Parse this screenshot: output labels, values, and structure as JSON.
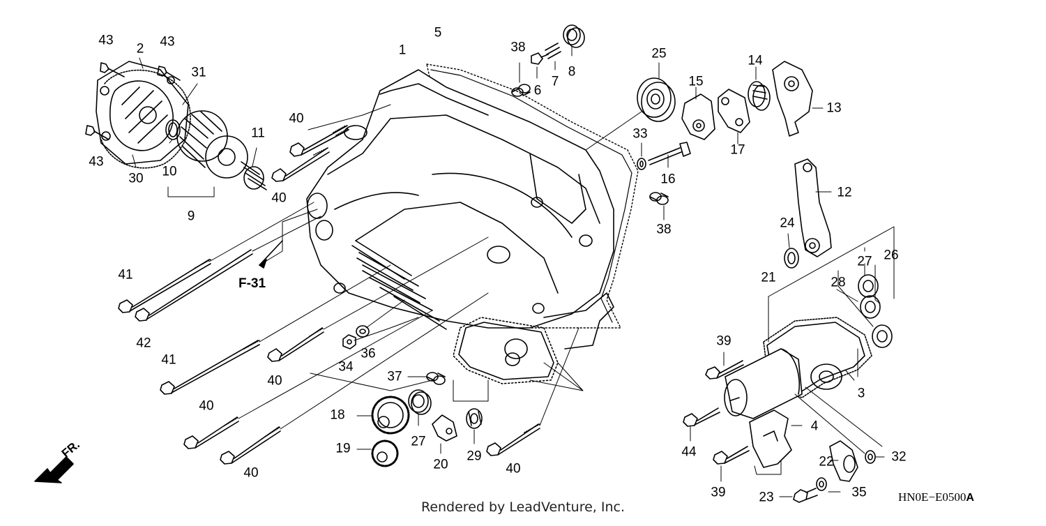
{
  "diagram": {
    "callouts": [
      {
        "n": "43"
      },
      {
        "n": "2"
      },
      {
        "n": "43"
      },
      {
        "n": "31"
      },
      {
        "n": "43"
      },
      {
        "n": "30"
      },
      {
        "n": "10"
      },
      {
        "n": "11"
      },
      {
        "n": "9"
      },
      {
        "n": "40"
      },
      {
        "n": "40"
      },
      {
        "n": "1"
      },
      {
        "n": "5"
      },
      {
        "n": "38"
      },
      {
        "n": "6"
      },
      {
        "n": "7"
      },
      {
        "n": "8"
      },
      {
        "n": "25"
      },
      {
        "n": "15"
      },
      {
        "n": "14"
      },
      {
        "n": "13"
      },
      {
        "n": "33"
      },
      {
        "n": "17"
      },
      {
        "n": "16"
      },
      {
        "n": "12"
      },
      {
        "n": "38"
      },
      {
        "n": "24"
      },
      {
        "n": "27"
      },
      {
        "n": "26"
      },
      {
        "n": "28"
      },
      {
        "n": "21"
      },
      {
        "n": "41"
      },
      {
        "n": "42"
      },
      {
        "n": "41"
      },
      {
        "n": "40"
      },
      {
        "n": "34"
      },
      {
        "n": "36"
      },
      {
        "n": "37"
      },
      {
        "n": "39"
      },
      {
        "n": "3"
      },
      {
        "n": "40"
      },
      {
        "n": "18"
      },
      {
        "n": "27"
      },
      {
        "n": "19"
      },
      {
        "n": "20"
      },
      {
        "n": "29"
      },
      {
        "n": "40"
      },
      {
        "n": "40"
      },
      {
        "n": "44"
      },
      {
        "n": "4"
      },
      {
        "n": "22"
      },
      {
        "n": "32"
      },
      {
        "n": "39"
      },
      {
        "n": "23"
      },
      {
        "n": "35"
      }
    ],
    "section_ref": "F-31",
    "front_label": "FR.",
    "drawing_code": "HN0E−E0500",
    "drawing_code_suffix": "A",
    "credit": "Rendered by LeadVenture, Inc."
  }
}
